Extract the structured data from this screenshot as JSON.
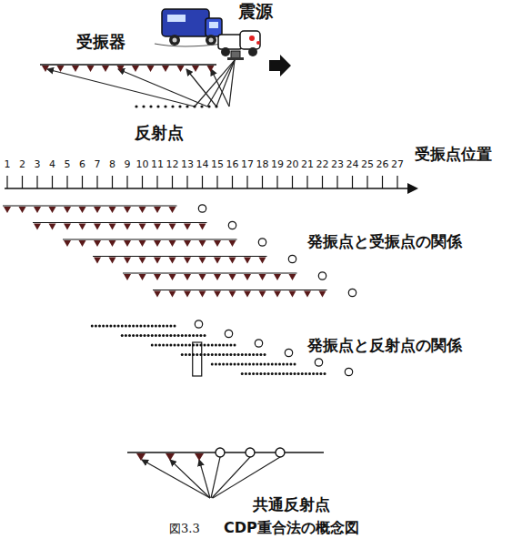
{
  "diagram": {
    "caption": "CDP重合法の概念図",
    "labels": [
      "震源",
      "受振器",
      "反射点",
      "受振点位置",
      "1",
      "2",
      "3",
      "4",
      "5",
      "6",
      "7",
      "8",
      "9",
      "10",
      "11",
      "12",
      "13",
      "14",
      "15",
      "16",
      "17",
      "18",
      "19",
      "20",
      "21",
      "22",
      "23",
      "24",
      "25",
      "26",
      "27",
      "発振点と受振点の関係",
      "発振点と反射点の関係",
      "共通反射点",
      "図3.3"
    ]
  }
}
